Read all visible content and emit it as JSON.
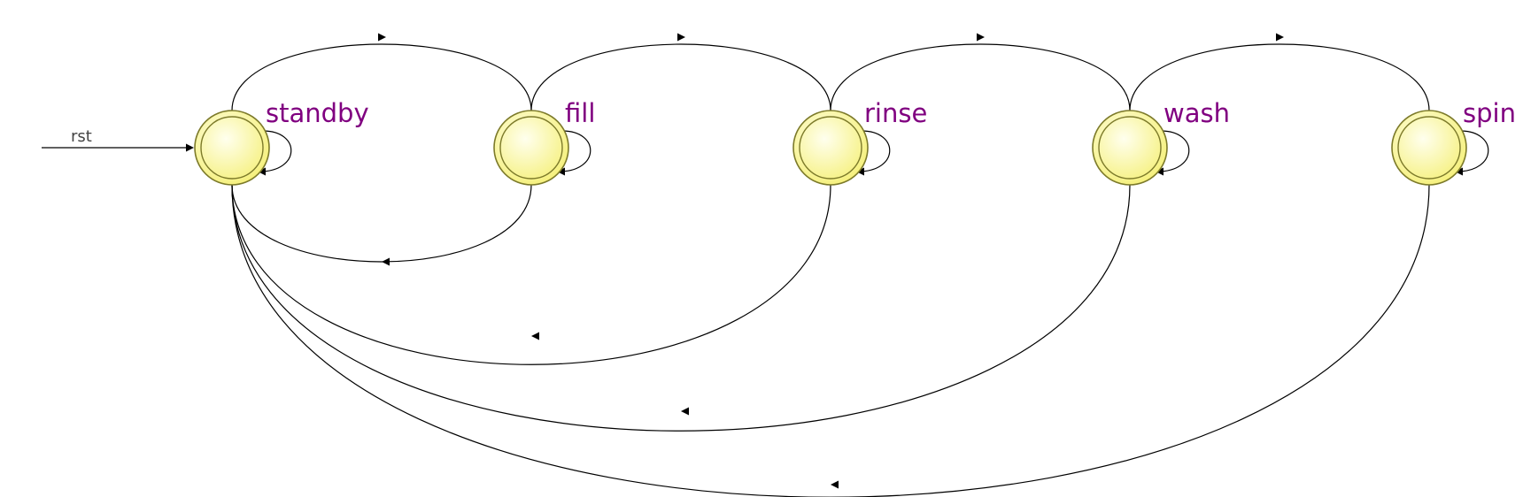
{
  "diagram": {
    "reset": {
      "label": "rst",
      "target": "standby"
    },
    "states": [
      {
        "id": "standby",
        "label": "standby"
      },
      {
        "id": "fill",
        "label": "fill"
      },
      {
        "id": "rinse",
        "label": "rinse"
      },
      {
        "id": "wash",
        "label": "wash"
      },
      {
        "id": "spin",
        "label": "spin"
      }
    ],
    "transitions": [
      {
        "from": "standby",
        "to": "fill"
      },
      {
        "from": "fill",
        "to": "rinse"
      },
      {
        "from": "rinse",
        "to": "wash"
      },
      {
        "from": "wash",
        "to": "spin"
      },
      {
        "from": "fill",
        "to": "standby"
      },
      {
        "from": "rinse",
        "to": "standby"
      },
      {
        "from": "wash",
        "to": "standby"
      },
      {
        "from": "spin",
        "to": "standby"
      },
      {
        "from": "standby",
        "to": "standby"
      },
      {
        "from": "fill",
        "to": "fill"
      },
      {
        "from": "rinse",
        "to": "rinse"
      },
      {
        "from": "wash",
        "to": "wash"
      },
      {
        "from": "spin",
        "to": "spin"
      }
    ],
    "colors": {
      "state_fill": "#f5f07a",
      "state_highlight": "#ffffee",
      "state_border": "#7c7a2a",
      "label": "#800080",
      "reset_label": "#444444",
      "edge": "#000000"
    }
  }
}
